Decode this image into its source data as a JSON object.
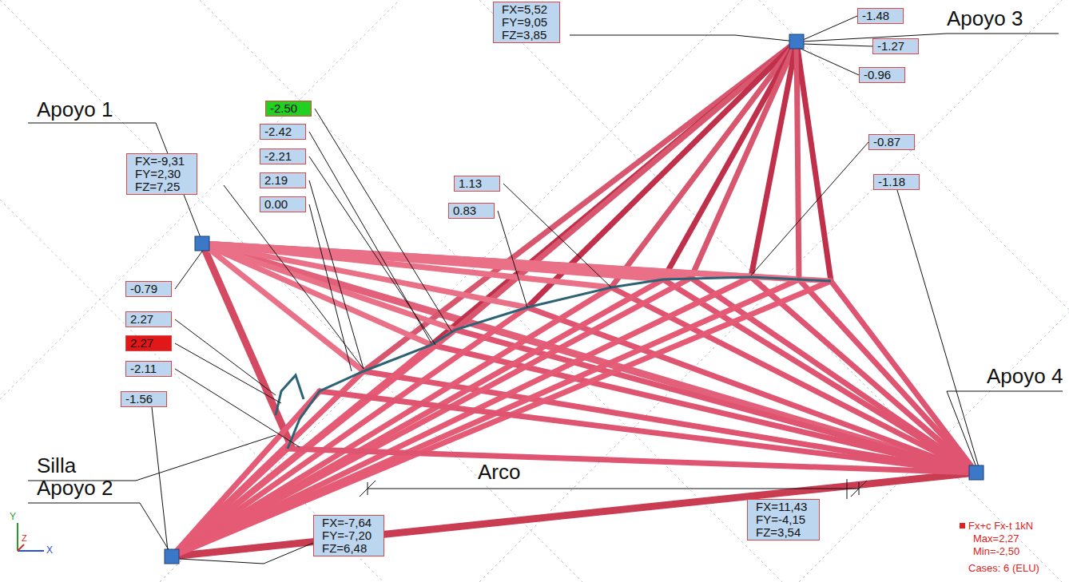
{
  "diagram": {
    "nodes": [
      {
        "text": [
          "FX=5,52 FY=9,05 FZ=3,85"
        ]
      },
      {
        "text": [
          "-1.48"
        ]
      },
      {
        "text": [
          "-1.27"
        ]
      },
      {
        "text": [
          "-0.96"
        ]
      },
      {
        "text": [
          "-0.87"
        ]
      },
      {
        "text": [
          "-1.18"
        ]
      },
      {
        "text": [
          "FX=-9,31 FY=2,30 FZ=7,25"
        ]
      },
      {
        "text": [
          "-2.50"
        ]
      },
      {
        "text": [
          "-2.42"
        ]
      },
      {
        "text": [
          "-2.21"
        ]
      },
      {
        "text": [
          "2.19"
        ]
      },
      {
        "text": [
          "0.00"
        ]
      },
      {
        "text": [
          "1.13"
        ]
      },
      {
        "text": [
          "0.83"
        ]
      },
      {
        "text": [
          "-0.79"
        ]
      },
      {
        "text": [
          "2.27"
        ]
      },
      {
        "text": [
          "2.27"
        ]
      },
      {
        "text": [
          "-2.11"
        ]
      },
      {
        "text": [
          "-1.56"
        ]
      },
      {
        "text": [
          "FX=-7,64 FY=-7,20 FZ=6,48"
        ]
      },
      {
        "text": [
          "FX=11,43 FY=-4,15 FZ=3,54"
        ]
      }
    ],
    "labels": [
      "Apoyo 3",
      "Apoyo 1",
      "Silla",
      "Apoyo 2",
      "Arco",
      "Apoyo 4",
      "Fx+c Fx-t 1kN",
      "Max=2,27",
      "Min=-2,50",
      "Cases: 6 (ELU)",
      "Y",
      "Z",
      "X"
    ]
  }
}
